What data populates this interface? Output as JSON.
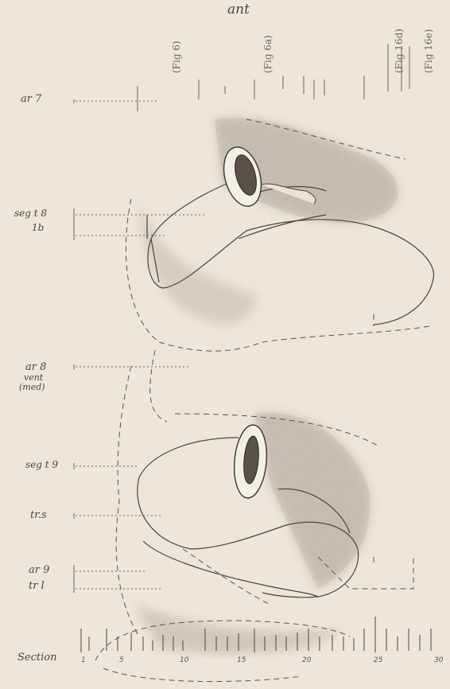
{
  "top_label": "ant",
  "figure_refs": [
    "(Fig 6)",
    "(Fig 6a)",
    "(Fig 16d)",
    "(Fig 16e)"
  ],
  "left_labels": {
    "ar7": "ar 7",
    "segt8": "seg t 8",
    "segt8b": "1b",
    "ar8": "ar 8",
    "ar8vent": "vent",
    "ar8med": "(med)",
    "segt9": "seg t 9",
    "trs": "tr.s",
    "ar9": "ar 9",
    "trl": "tr l"
  },
  "section_axis": {
    "label": "Section",
    "ticks": [
      "1",
      "5",
      "10",
      "15",
      "20",
      "25",
      "30"
    ]
  }
}
